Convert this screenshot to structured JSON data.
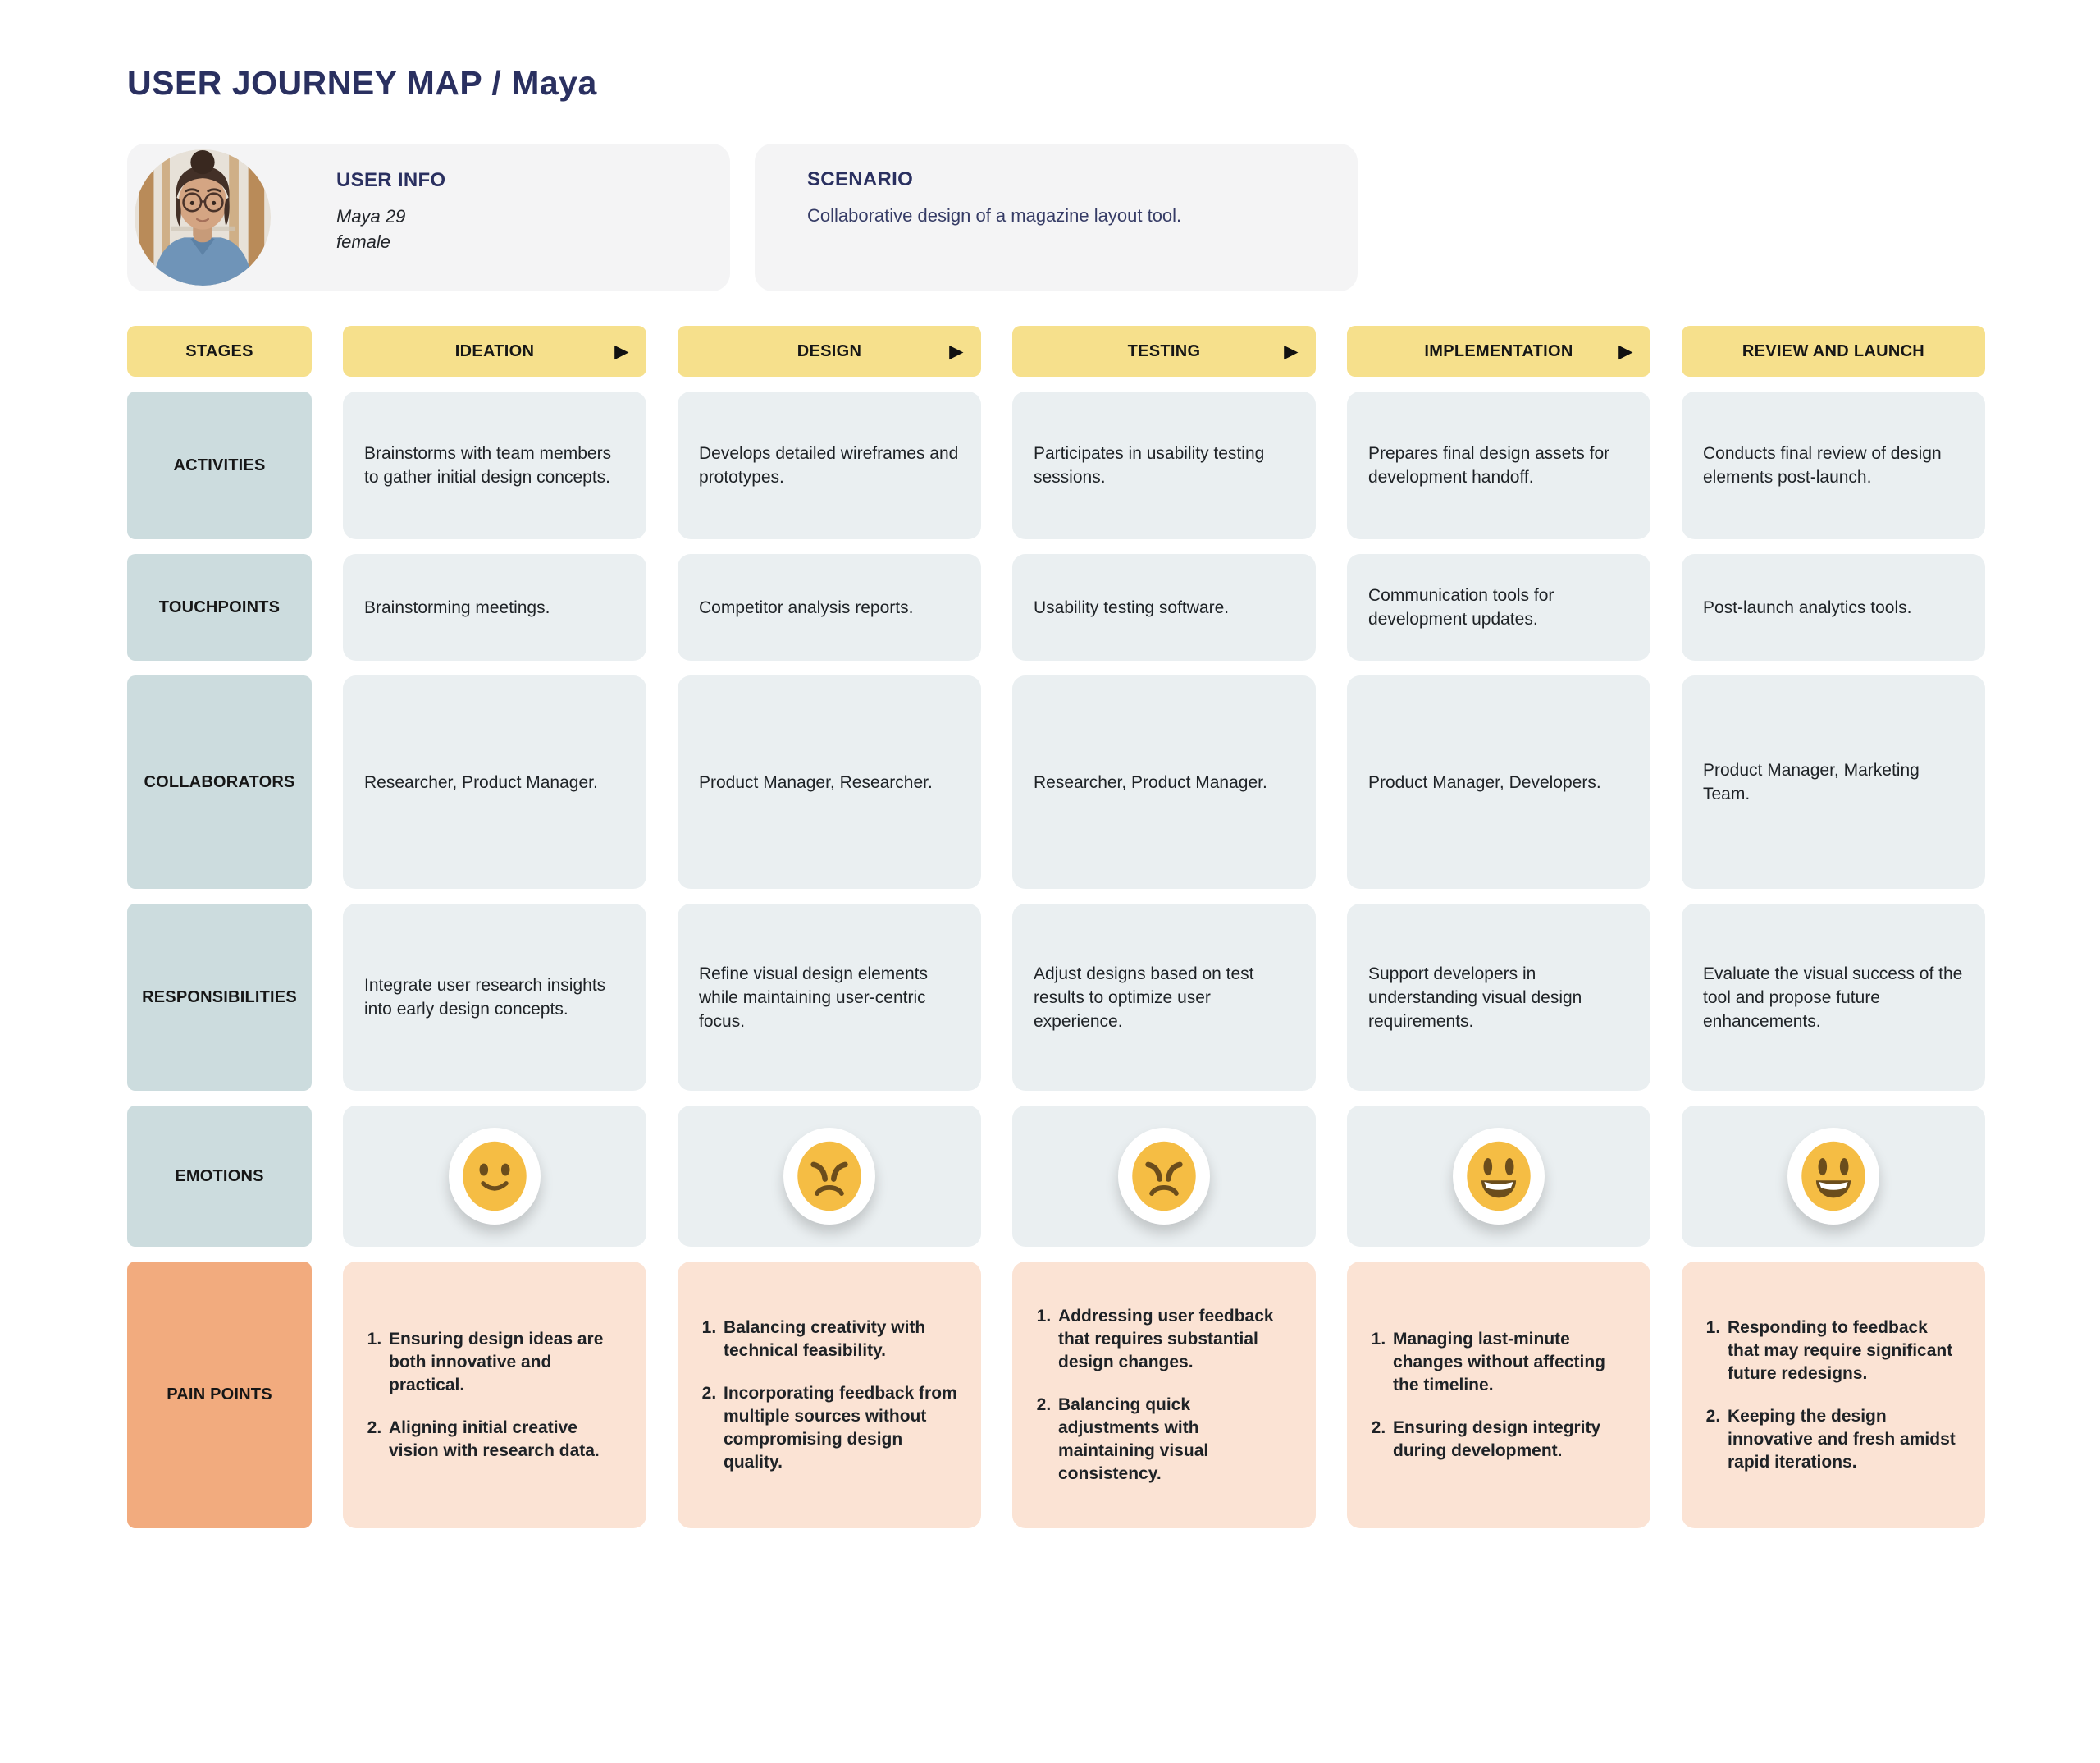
{
  "title": "USER JOURNEY MAP / Maya",
  "user_info": {
    "heading": "USER INFO",
    "name": "Maya 29",
    "gender": "female",
    "avatar": "photo-of-maya"
  },
  "scenario": {
    "heading": "SCENARIO",
    "text": "Collaborative design of a magazine layout tool."
  },
  "table": {
    "stages_label": "STAGES",
    "stages": [
      {
        "label": "IDEATION",
        "has_arrow": true
      },
      {
        "label": "DESIGN",
        "has_arrow": true
      },
      {
        "label": "TESTING",
        "has_arrow": true
      },
      {
        "label": "IMPLEMENTATION",
        "has_arrow": true
      },
      {
        "label": "REVIEW AND LAUNCH",
        "has_arrow": false
      }
    ],
    "rows": [
      {
        "label": "ACTIVITIES",
        "type": "text",
        "cells": [
          "Brainstorms with team members to gather initial design concepts.",
          "Develops detailed wireframes and prototypes.",
          "Participates in usability testing sessions.",
          "Prepares final design assets for development handoff.",
          "Conducts final review of design elements post-launch."
        ]
      },
      {
        "label": "TOUCHPOINTS",
        "type": "text",
        "cells": [
          "Brainstorming meetings.",
          "Competitor analysis reports.",
          "Usability testing software.",
          "Communication tools for development updates.",
          "Post-launch analytics tools."
        ]
      },
      {
        "label": "COLLABORATORS",
        "type": "text",
        "cells": [
          "Researcher, Product Manager.",
          "Product Manager, Researcher.",
          "Researcher, Product Manager.",
          "Product Manager, Developers.",
          "Product Manager, Marketing Team."
        ]
      },
      {
        "label": "RESPONSIBILITIES",
        "type": "text",
        "cells": [
          "Integrate user research insights into early design concepts.",
          "Refine visual design elements while maintaining user-centric focus.",
          "Adjust designs based on test results to optimize user experience.",
          "Support developers in understanding visual design requirements.",
          "Evaluate the visual success of the tool and propose future enhancements."
        ]
      },
      {
        "label": "EMOTIONS",
        "type": "emoji",
        "cells": [
          "slight-smile",
          "angry",
          "angry",
          "grin",
          "grin"
        ]
      },
      {
        "label": "PAIN POINTS",
        "type": "list",
        "cells": [
          [
            "Ensuring design ideas are both innovative and practical.",
            "Aligning initial creative vision with research data."
          ],
          [
            "Balancing creativity with technical feasibility.",
            "Incorporating feedback from multiple sources without compromising design quality."
          ],
          [
            "Addressing user feedback that requires substantial design changes.",
            "Balancing quick adjustments with maintaining visual consistency."
          ],
          [
            "Managing last-minute changes without affecting the timeline.",
            "Ensuring design integrity during development."
          ],
          [
            "Responding to feedback that may require significant future redesigns.",
            "Keeping the design innovative and fresh amidst rapid iterations."
          ]
        ]
      }
    ]
  },
  "colors": {
    "title_navy": "#2a3060",
    "card_gray": "#f4f4f5",
    "stage_yellow": "#f6e08c",
    "row_label_teal": "#ccdcde",
    "cell_gray": "#eaeff1",
    "pain_label_orange": "#f2ab7e",
    "pain_cell_peach": "#fbe3d4",
    "emoji_yellow": "#f5bd44",
    "emoji_brown": "#6b4d1c"
  }
}
